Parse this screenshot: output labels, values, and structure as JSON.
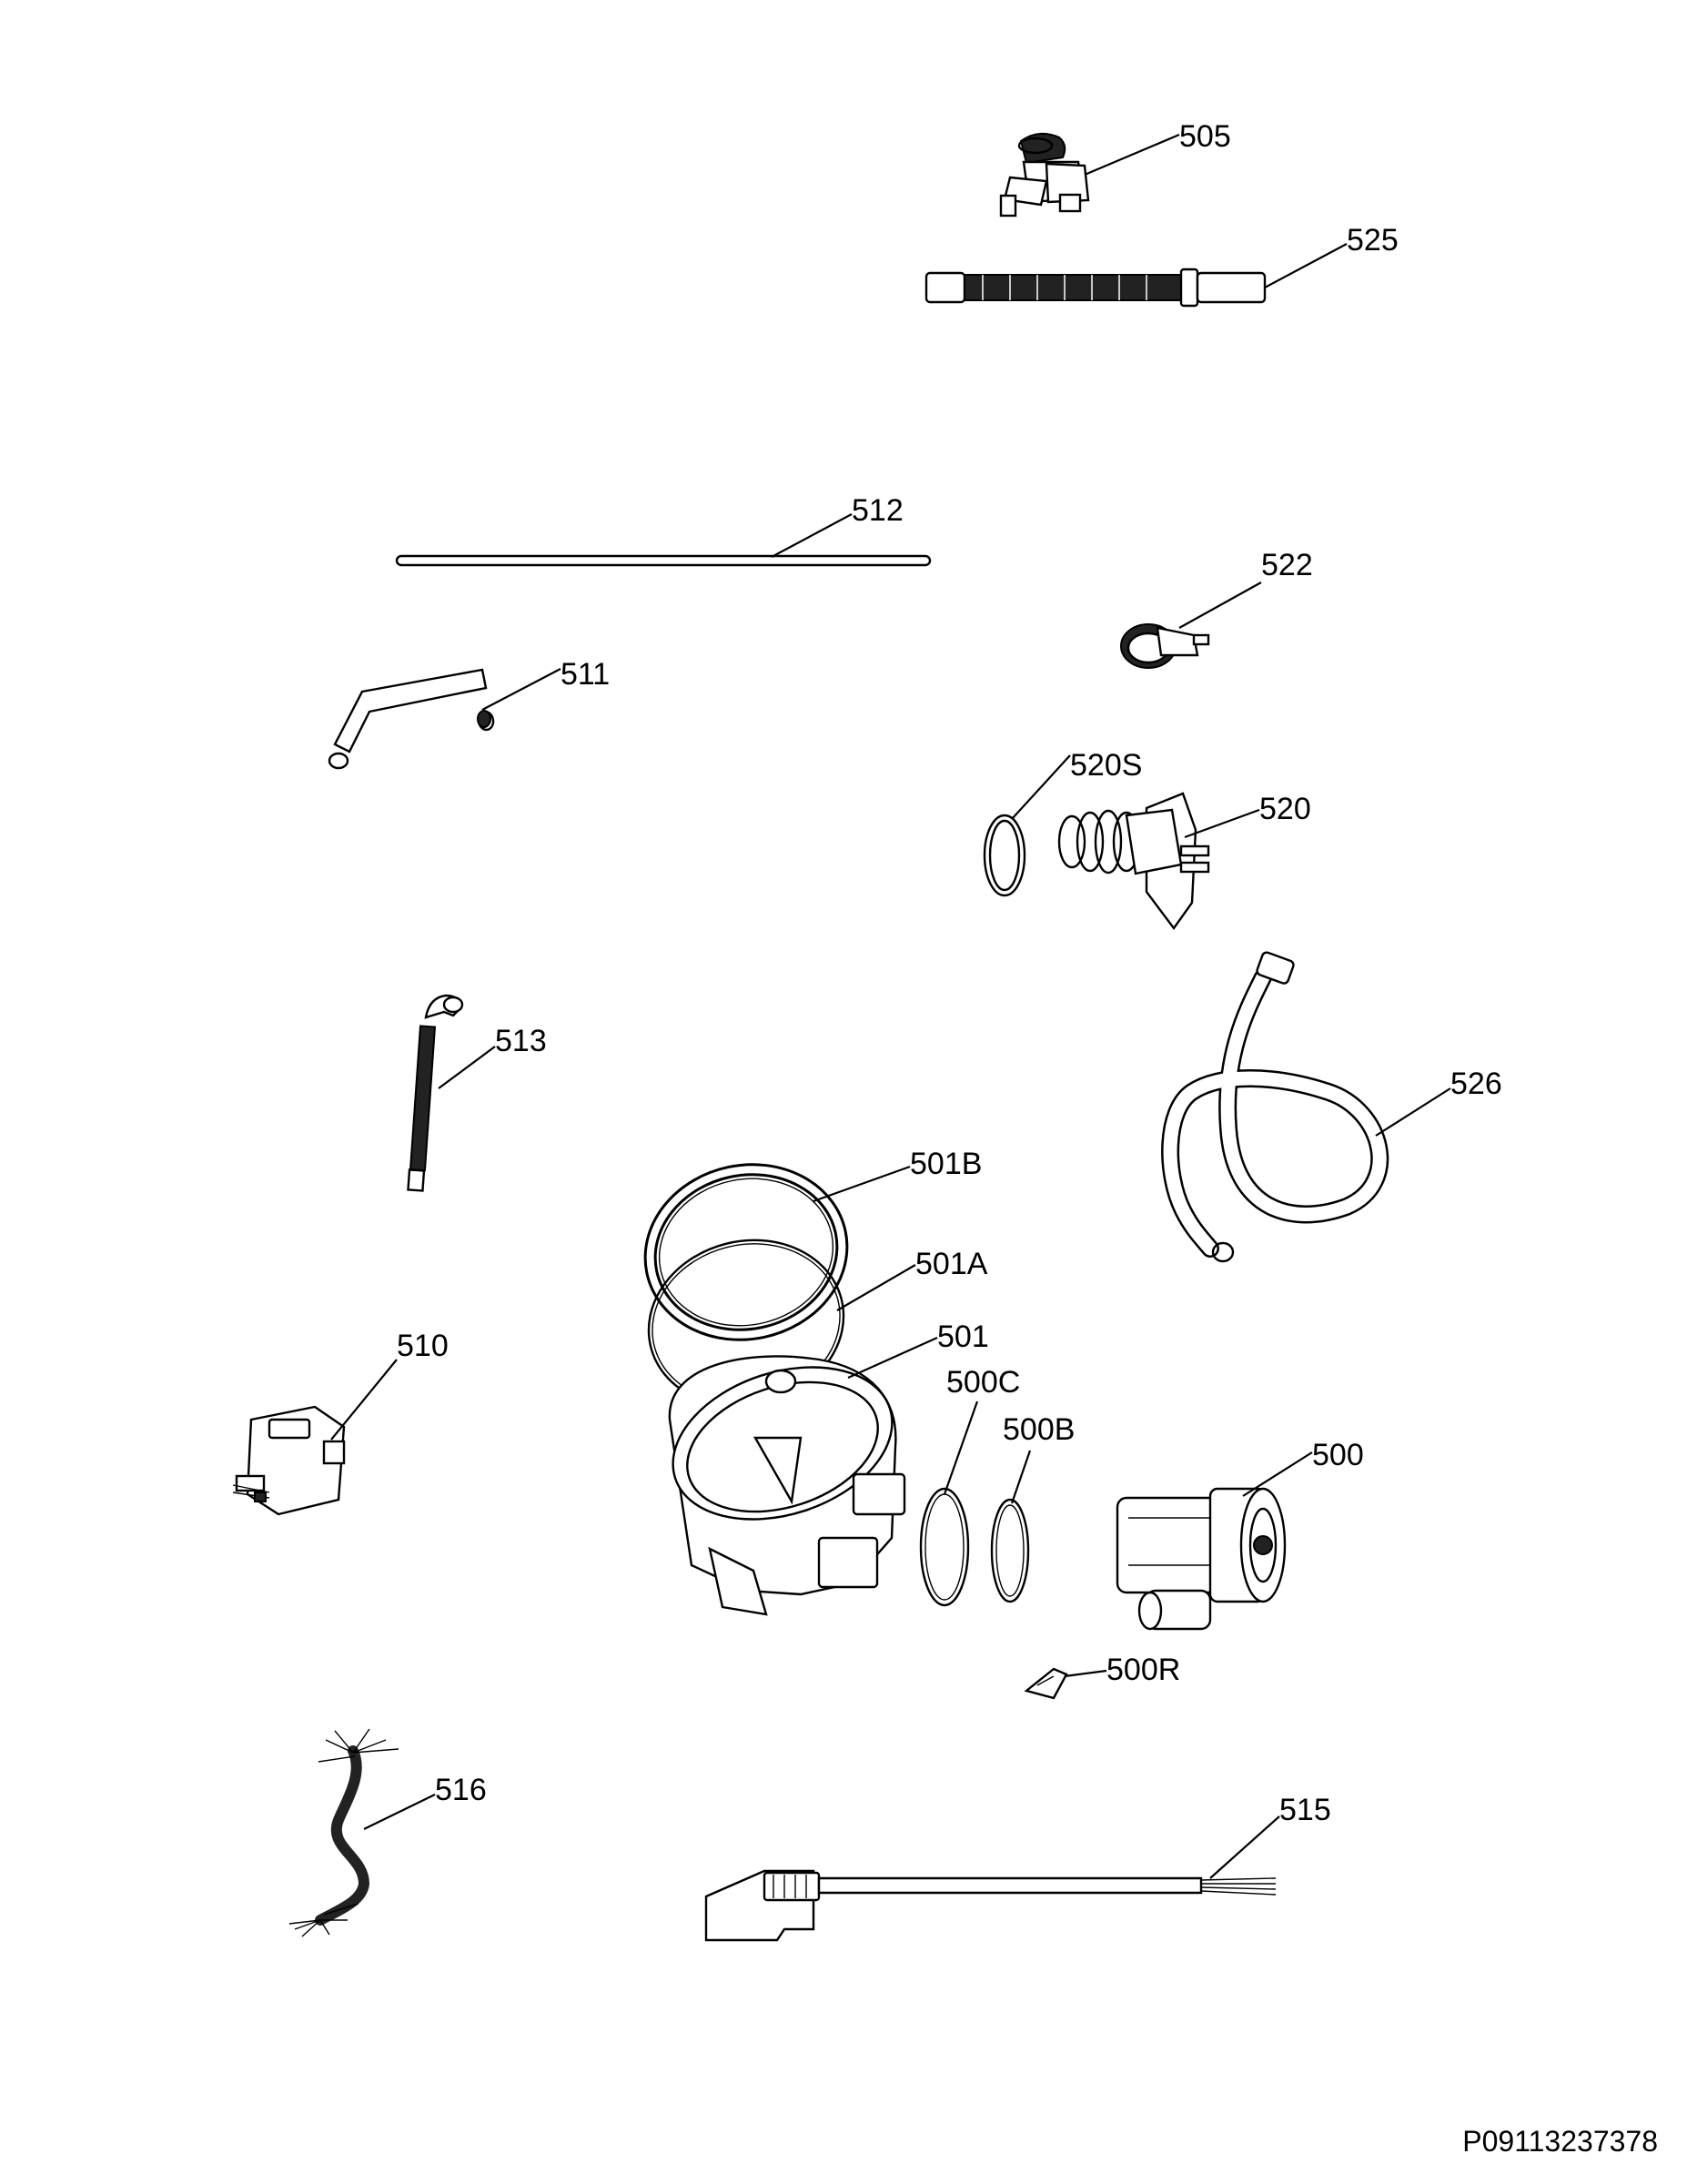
{
  "labels": {
    "p505": "505",
    "p525": "525",
    "p512": "512",
    "p522": "522",
    "p511": "511",
    "p520s": "520S",
    "p520": "520",
    "p513": "513",
    "p526": "526",
    "p501b": "501B",
    "p501a": "501A",
    "p501": "501",
    "p510": "510",
    "p500c": "500C",
    "p500b": "500B",
    "p500": "500",
    "p500r": "500R",
    "p516": "516",
    "p515": "515"
  },
  "document_reference": "P09113237378"
}
